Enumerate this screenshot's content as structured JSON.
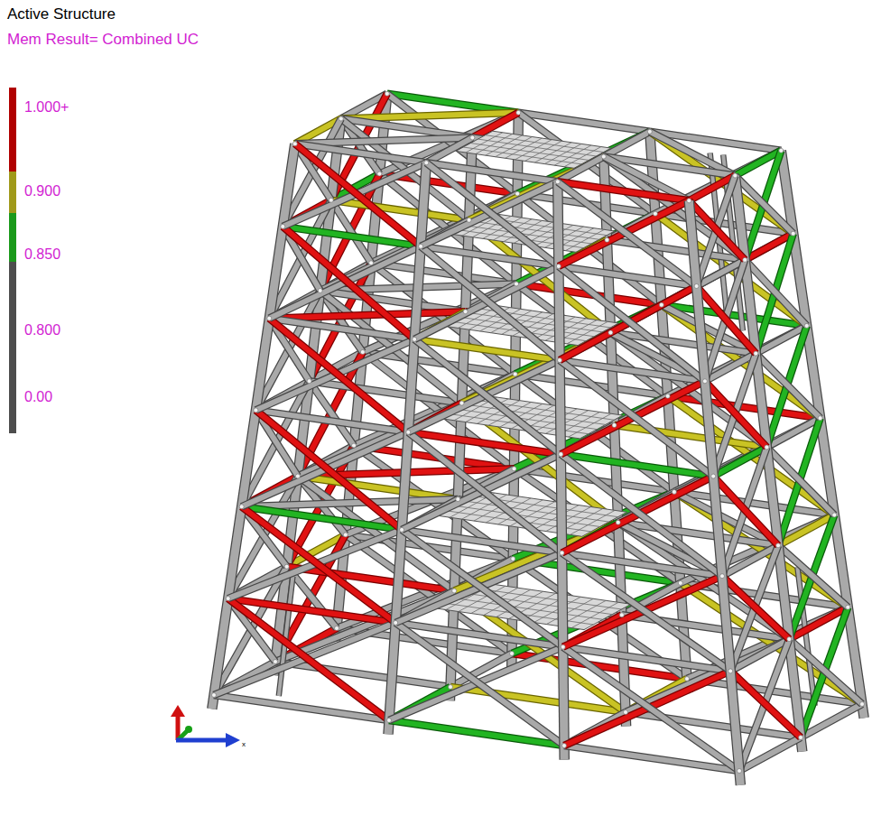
{
  "diagram": {
    "title": "Active Structure",
    "labels": [
      "Mem Result= Combined UC",
      "x"
    ],
    "legend": [
      {
        "text": "1.000+",
        "color": "#b00000"
      },
      {
        "text": "0.900",
        "color": "#a09a1a"
      },
      {
        "text": "0.850",
        "color": "#1b9a1b"
      },
      {
        "text": "0.800",
        "color": "#4d4d4d"
      },
      {
        "text": "0.00",
        "color": "#4d4d4d"
      }
    ]
  }
}
